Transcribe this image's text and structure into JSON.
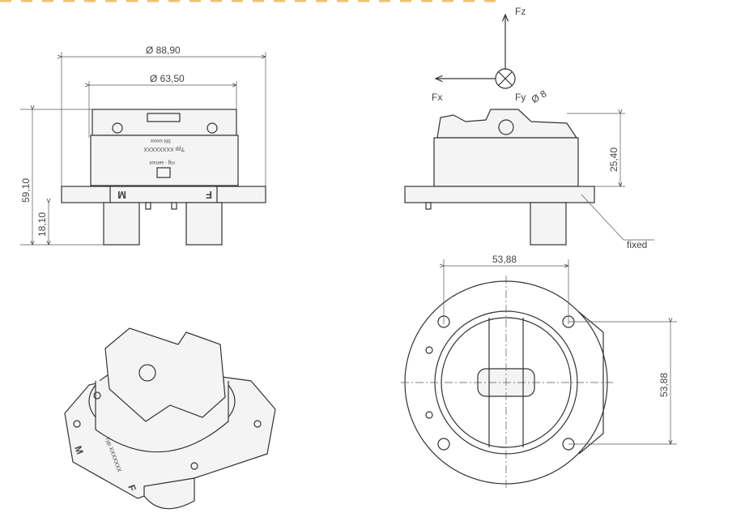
{
  "front_view": {
    "dim_outer_diameter": "Ø 88,90",
    "dim_inner_diameter": "Ø 63,50",
    "dim_total_height": "59,10",
    "dim_base_height": "18,10",
    "label_type": "Typ XXXXXXXX",
    "label_serial": "SN xxxxx",
    "label_brand": "mg - sensor",
    "mark_m": "M",
    "mark_f": "F"
  },
  "side_view": {
    "force_z": "Fz",
    "force_x": "Fx",
    "force_y": "Fy",
    "dim_hole": "Ø 8",
    "dim_height": "25,40",
    "label_fixed": "fixed"
  },
  "iso_view": {
    "label_type": "Typ XXXXXXX",
    "mark_m": "M",
    "mark_f": "F"
  },
  "top_view": {
    "dim_width": "53,88",
    "dim_height": "53,88"
  },
  "colors": {
    "border_dash": "#f0c070",
    "line": "#333333"
  }
}
